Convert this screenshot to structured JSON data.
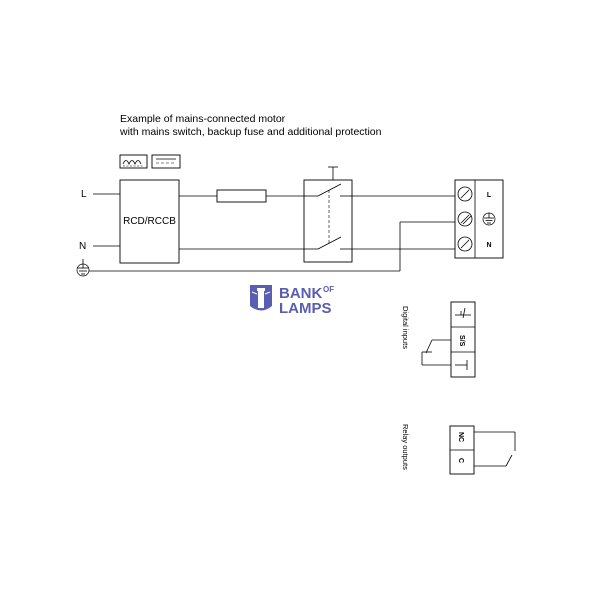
{
  "caption": {
    "line1": "Example of mains-connected motor",
    "line2": "with mains switch, backup fuse and additional protection"
  },
  "supply": {
    "live_label": "L",
    "neutral_label": "N"
  },
  "rcd": {
    "label": "RCD/RCCB"
  },
  "terminal_block": {
    "live_label": "L",
    "neutral_label": "N"
  },
  "watermark": {
    "word1": "BANK",
    "word2": "OF",
    "word3": "LAMPS",
    "color": "#5a5eb0"
  },
  "digital_inputs": {
    "title": "Digital inputs",
    "start_stop_label": "S/S"
  },
  "relay_outputs": {
    "title": "Relay outputs",
    "nc_label": "NC",
    "c_label": "C"
  }
}
